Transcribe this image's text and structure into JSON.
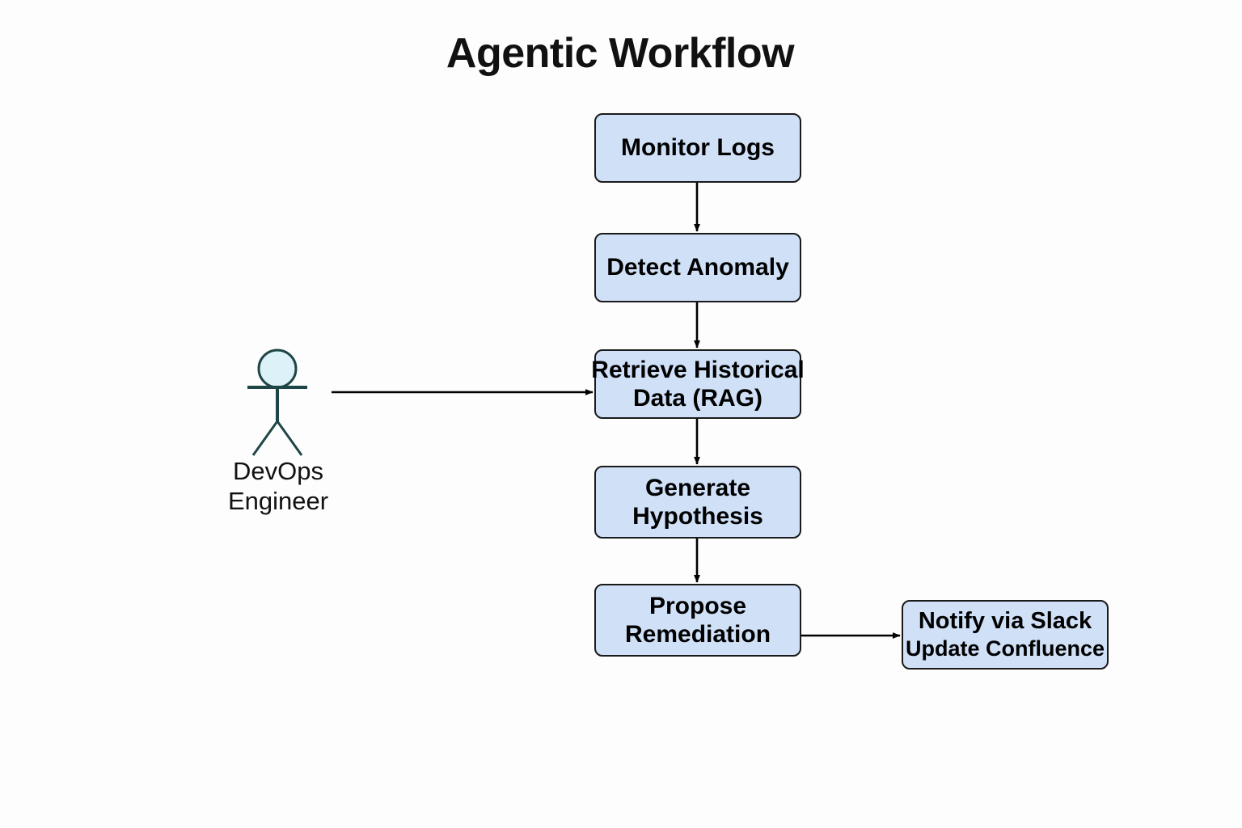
{
  "diagram": {
    "title": "Agentic Workflow",
    "type": "flowchart",
    "background_color": "#fdfdfd",
    "node_fill_color": "#cfe0f7",
    "node_border_color": "#1a1a1a",
    "connector_color": "#000000",
    "actor_stroke_color": "#1f4647",
    "actor_head_fill_color": "#ddf2f8"
  },
  "actor": {
    "name": "DevOps Engineer",
    "label_line1": "DevOps",
    "label_line2": "Engineer"
  },
  "nodes": [
    {
      "id": "monitor-logs",
      "label": "Monitor Logs",
      "line1": "Monitor Logs",
      "line2": ""
    },
    {
      "id": "detect-anomaly",
      "label": "Detect Anomaly",
      "line1": "Detect Anomaly",
      "line2": ""
    },
    {
      "id": "retrieve-rag",
      "label": "Retrieve Historical Data (RAG)",
      "line1": "Retrieve Historical",
      "line2": "Data (RAG)"
    },
    {
      "id": "generate-hyp",
      "label": "Generate Hypothesis",
      "line1": "Generate",
      "line2": "Hypothesis"
    },
    {
      "id": "propose-rem",
      "label": "Propose Remediation",
      "line1": "Propose",
      "line2": "Remediation"
    },
    {
      "id": "notify",
      "label": "Notify via Slack / Update Confluence",
      "line1": "Notify via Slack",
      "line2": "Update Confluence"
    }
  ],
  "edges": [
    {
      "from": "monitor-logs",
      "to": "detect-anomaly",
      "direction": "down"
    },
    {
      "from": "detect-anomaly",
      "to": "retrieve-rag",
      "direction": "down"
    },
    {
      "from": "actor",
      "to": "retrieve-rag",
      "direction": "right"
    },
    {
      "from": "retrieve-rag",
      "to": "generate-hyp",
      "direction": "down"
    },
    {
      "from": "generate-hyp",
      "to": "propose-rem",
      "direction": "down"
    },
    {
      "from": "propose-rem",
      "to": "notify",
      "direction": "right"
    }
  ]
}
